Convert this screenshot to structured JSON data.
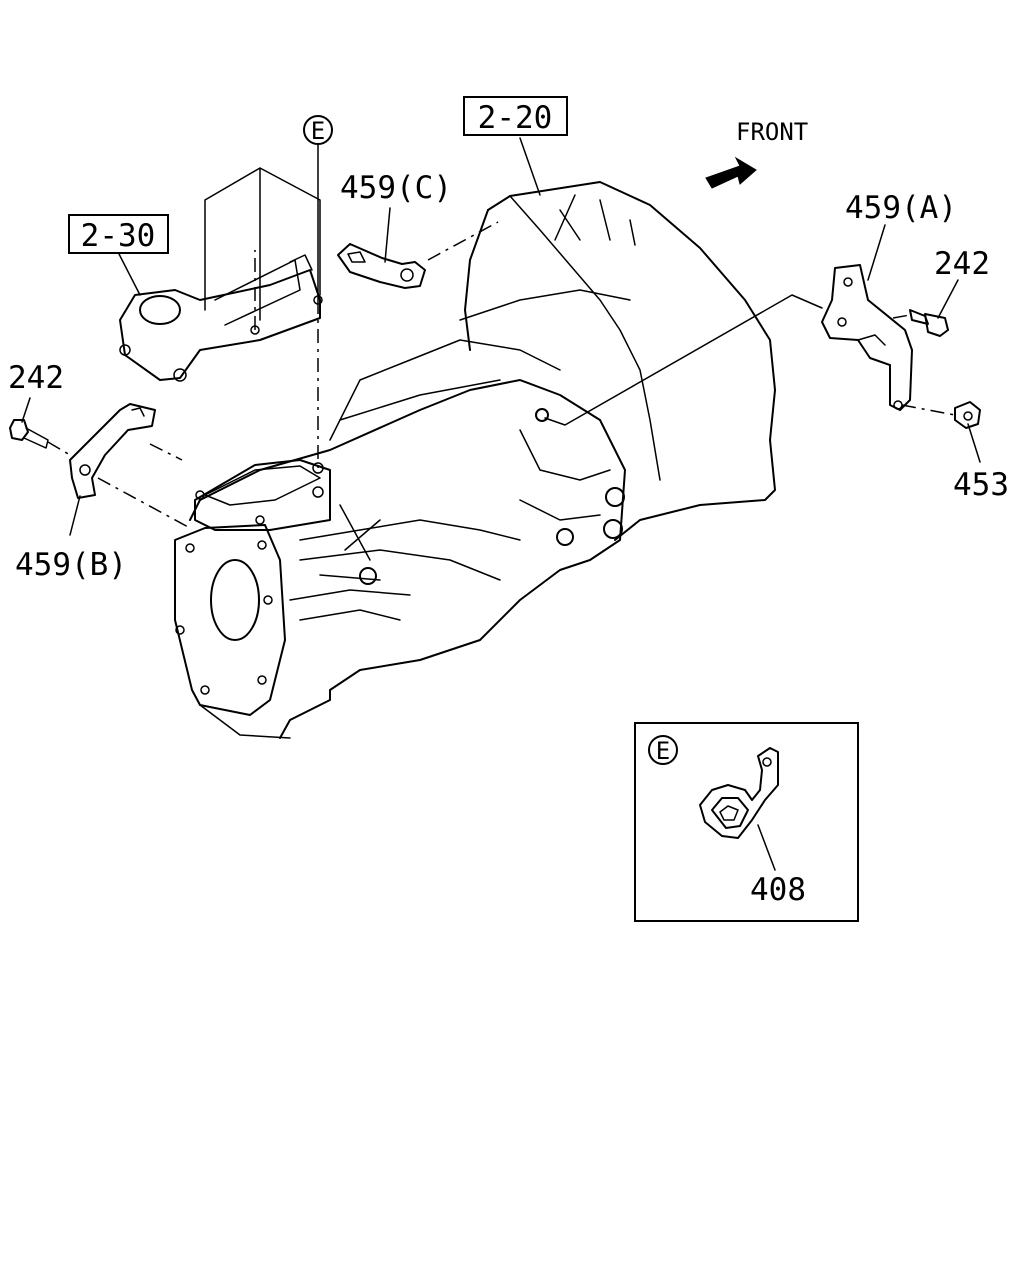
{
  "labels": {
    "ref_2_20": "2-20",
    "ref_2_30": "2-30",
    "front": "FRONT",
    "p459c": "459(C)",
    "p459a": "459(A)",
    "p459b": "459(B)",
    "p242_right": "242",
    "p242_left": "242",
    "p453": "453",
    "p408": "408",
    "callout_e_main": "E",
    "callout_e_inset": "E"
  },
  "colors": {
    "line": "#000000",
    "background": "#ffffff"
  },
  "icons": {
    "front_arrow": "arrow-up-right-icon"
  }
}
